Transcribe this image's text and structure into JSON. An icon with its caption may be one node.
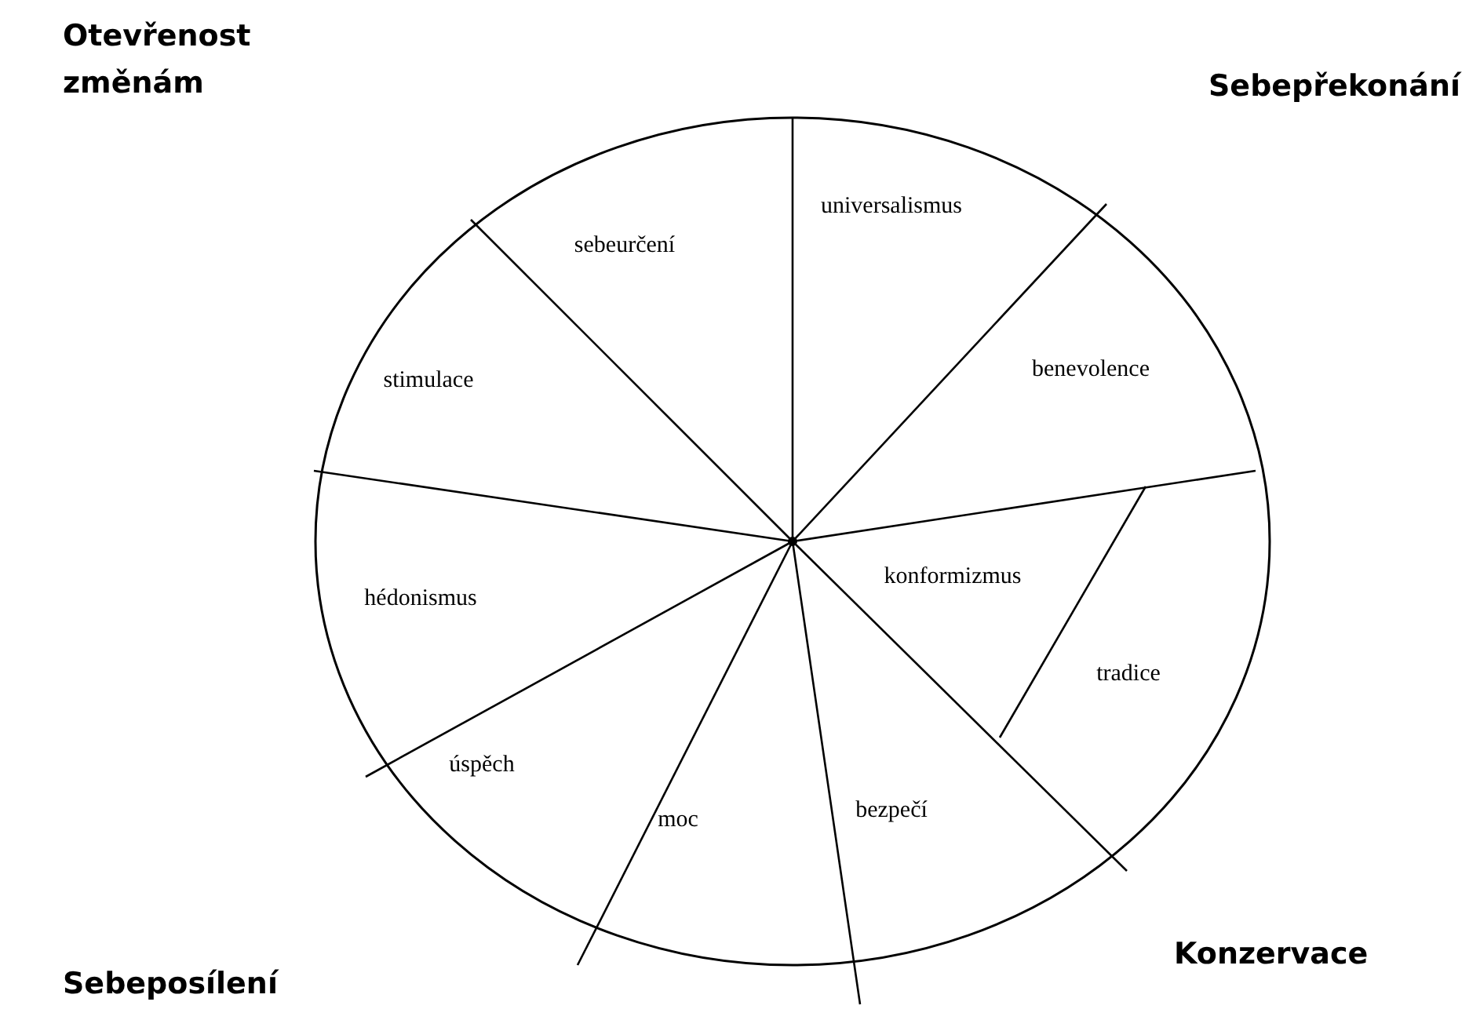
{
  "diagram": {
    "nodes": [
      {
        "text": [
          "universalismus"
        ]
      },
      {
        "text": [
          "benevolence"
        ]
      },
      {
        "text": [
          "konformizmus"
        ]
      },
      {
        "text": [
          "tradice"
        ]
      },
      {
        "text": [
          "bezpečí"
        ]
      },
      {
        "text": [
          "moc"
        ]
      },
      {
        "text": [
          "úspěch"
        ]
      },
      {
        "text": [
          "hédonismus"
        ]
      },
      {
        "text": [
          "stimulace"
        ]
      },
      {
        "text": [
          "sebeurčení"
        ]
      }
    ],
    "labels": [
      "Otevřenost změnám",
      "Sebepřekonání",
      "Konzervace",
      "Sebeposílení"
    ]
  }
}
